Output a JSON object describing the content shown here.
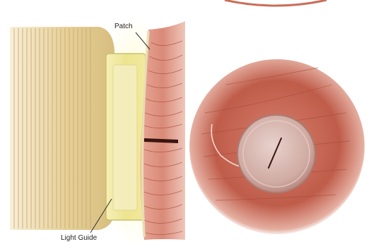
{
  "labels": {
    "patch": "Patch",
    "light_guide": "Light Guide"
  },
  "colors": {
    "background": "#ffffff",
    "device_body": "#e8d4a0",
    "device_ridge": "#c9ad72",
    "light_guide": "#f3ea9a",
    "light_glow": "#fff7b0",
    "tissue": "#d98a78",
    "tissue_fiber": "#b0503e",
    "tissue_dark": "#a5473a",
    "incision": "#3a1410",
    "patch_disc": "#d9bdb6",
    "label_text": "#222222"
  },
  "icons": {
    "left_panel": "laser-device-cross-section-illustration",
    "right_panel": "sealed-patch-top-view-illustration"
  }
}
